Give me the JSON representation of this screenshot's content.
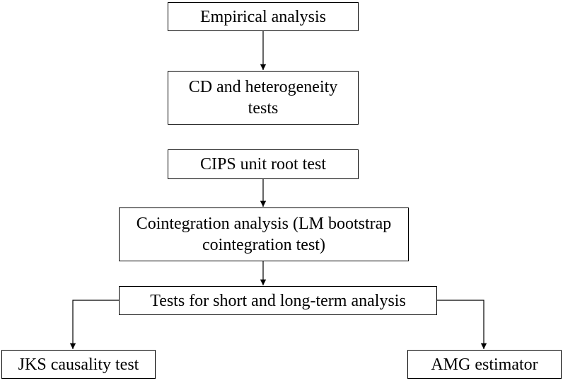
{
  "flowchart": {
    "empirical": "Empirical analysis",
    "cd_tests": {
      "line1": "CD and heterogeneity",
      "line2": "tests"
    },
    "cips": "CIPS unit root test",
    "cointegration": {
      "line1": "Cointegration analysis (LM bootstrap",
      "line2": "cointegration test)"
    },
    "short_long": "Tests for short and long-term analysis",
    "jks": "JKS causality test",
    "amg": "AMG estimator"
  },
  "colors": {
    "stroke": "#000000",
    "background": "#ffffff"
  }
}
